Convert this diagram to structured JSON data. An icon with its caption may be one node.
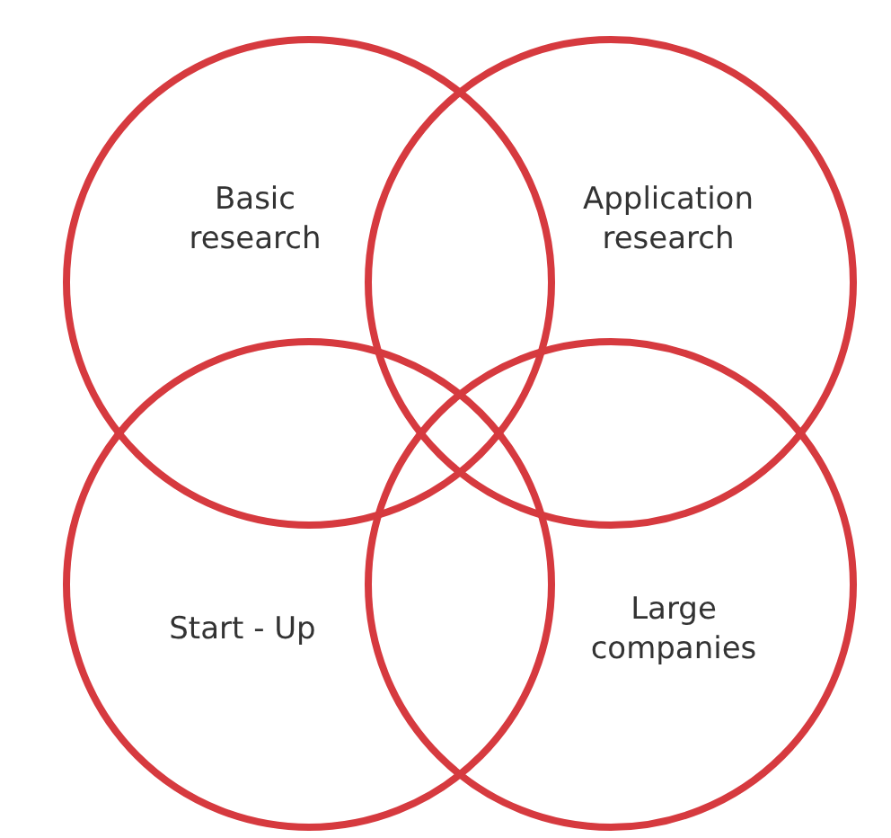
{
  "diagram": {
    "nodes": [
      {
        "text": [
          "Basic research"
        ]
      },
      {
        "text": [
          "Application research"
        ]
      },
      {
        "text": [
          "Start - Up"
        ]
      },
      {
        "text": [
          "Large companies"
        ]
      }
    ]
  }
}
